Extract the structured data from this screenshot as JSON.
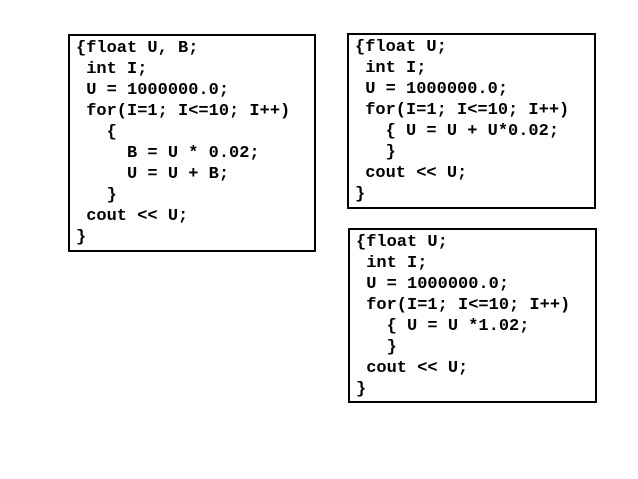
{
  "page": {
    "background": "#ffffff"
  },
  "colors": {
    "text": "#000000",
    "border": "#000000",
    "background": "#ffffff"
  },
  "boxes": [
    {
      "name": "code-box-1",
      "description": "C++ snippet computing compound interest using helper variable B",
      "lines": [
        "{float U, B;",
        " int I;",
        " U = 1000000.0;",
        " for(I=1; I<=10; I++)",
        "   {",
        "     B = U * 0.02;",
        "     U = U + B;",
        "   }",
        " cout << U;",
        "}"
      ]
    },
    {
      "name": "code-box-2",
      "description": "C++ snippet computing compound interest with U = U + U*0.02",
      "lines": [
        "{float U;",
        " int I;",
        " U = 1000000.0;",
        " for(I=1; I<=10; I++)",
        "   { U = U + U*0.02;",
        "   }",
        " cout << U;",
        "}"
      ]
    },
    {
      "name": "code-box-3",
      "description": "C++ snippet computing compound interest with U = U *1.02",
      "lines": [
        "{float U;",
        " int I;",
        " U = 1000000.0;",
        " for(I=1; I<=10; I++)",
        "   { U = U *1.02;",
        "   }",
        " cout << U;",
        "}"
      ]
    }
  ]
}
